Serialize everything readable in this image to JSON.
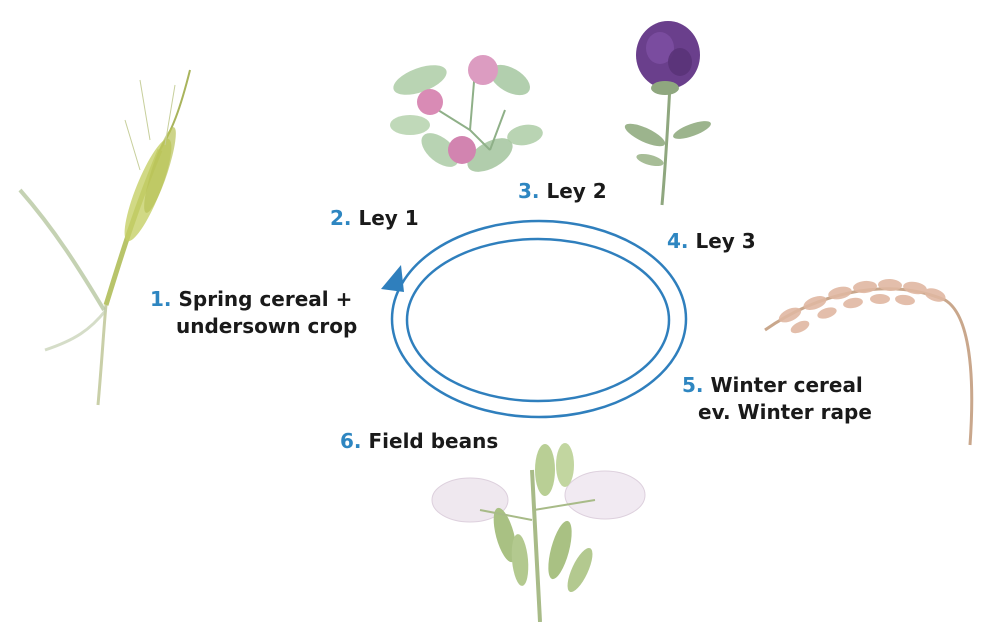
{
  "colors": {
    "number": "#2e86c1",
    "cycle_ring": "#2f7fbd",
    "label_text": "#1a1a1a"
  },
  "cycle": {
    "steps": [
      {
        "num": "1.",
        "line1": "Spring cereal  +",
        "line2": "undersown crop",
        "illustration": "barley-plant"
      },
      {
        "num": "2.",
        "line1": "Ley 1",
        "illustration": "red-clover"
      },
      {
        "num": "3.",
        "line1": "Ley 2",
        "illustration": "lucerne-flower"
      },
      {
        "num": "4.",
        "line1": "Ley 3"
      },
      {
        "num": "5.",
        "line1": "Winter cereal",
        "line2": "ev. Winter rape",
        "illustration": "wheat-ear"
      },
      {
        "num": "6.",
        "line1": "Field beans",
        "illustration": "field-bean-plant"
      }
    ]
  }
}
